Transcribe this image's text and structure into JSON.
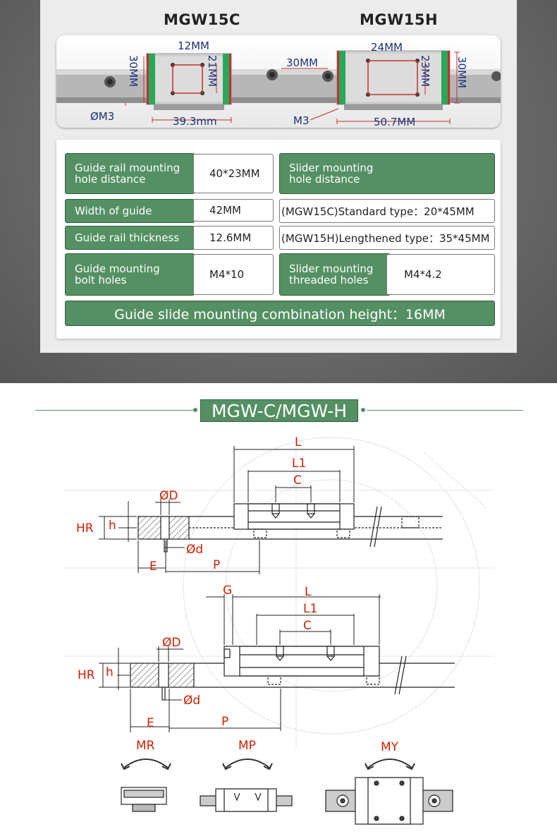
{
  "models": {
    "left": "MGW15C",
    "right": "MGW15H"
  },
  "photo_dims": {
    "c_hole_spacing": "12MM",
    "c_height": "30MM",
    "c_inner": "21MM",
    "hole_pitch": "30MM",
    "rail_hole": "ØM3",
    "c_length": "39.3mm",
    "h_hole_spacing": "24MM",
    "h_inner": "23MM",
    "h_height": "30MM",
    "h_thread": "M3",
    "h_length": "50.7MM"
  },
  "specs": {
    "rail_hole_distance": {
      "label_line1": "Guide rail mounting",
      "label_line2": "hole distance",
      "value": "40*23MM"
    },
    "slider_hole_distance": {
      "label_line1": "Slider mounting",
      "label_line2": "hole distance"
    },
    "guide_width": {
      "label": "Width of guide",
      "value": "42MM"
    },
    "standard_type": "(MGW15C)Standard type：20*45MM",
    "rail_thickness": {
      "label": "Guide rail thickness",
      "value": "12.6MM"
    },
    "lengthened_type": "(MGW15H)Lengthened type：35*45MM",
    "bolt_holes": {
      "label_line1": "Guide mounting",
      "label_line2": "bolt holes",
      "value": "M4*10"
    },
    "threaded_holes": {
      "label_line1": "Slider mounting",
      "label_line2": "threaded holes",
      "value": "M4*4.2"
    },
    "combination_height": "Guide slide mounting combination height：16MM"
  },
  "section_title": "MGW-C/MGW-H",
  "drawing_labels": {
    "L": "L",
    "L1": "L1",
    "C": "C",
    "D": "ØD",
    "HR": "HR",
    "h": "h",
    "d": "Ød",
    "E": "E",
    "P": "P",
    "G": "G",
    "MR": "MR",
    "MP": "MP",
    "MY": "MY"
  },
  "colors": {
    "accent_green": "#549063",
    "dimension_blue": "#1d2f7a",
    "dimension_red": "#cc2200"
  }
}
